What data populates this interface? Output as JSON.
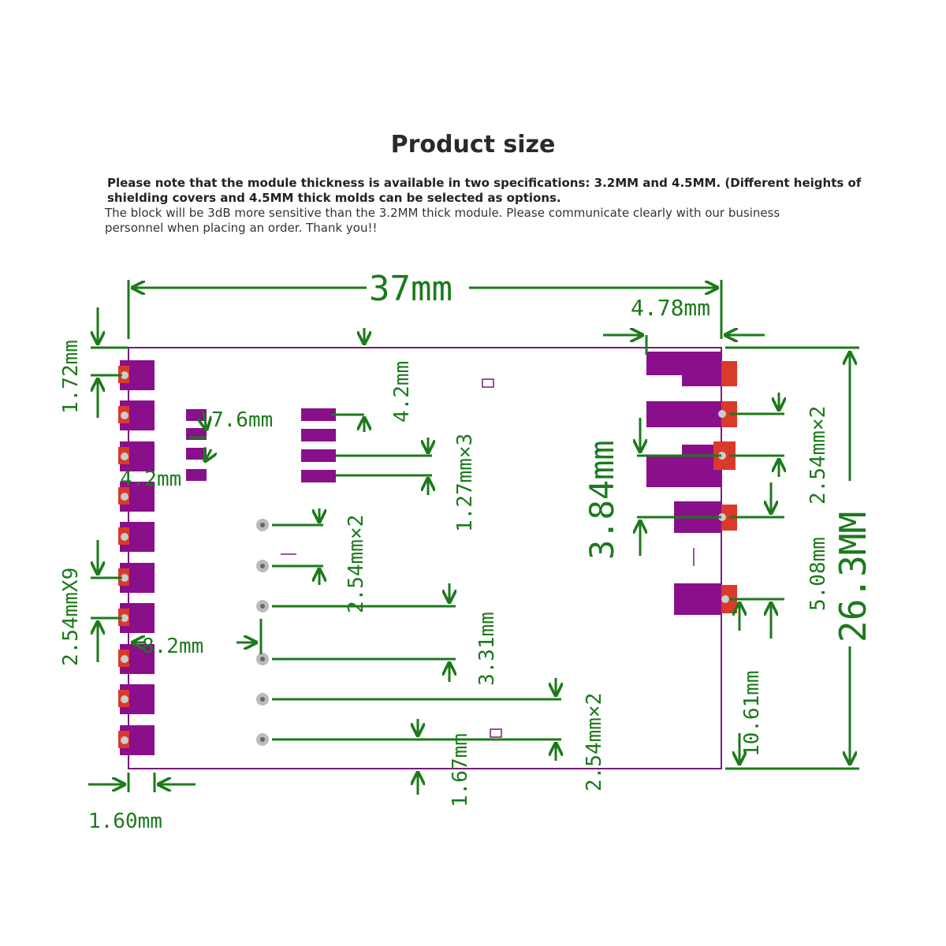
{
  "title": "Product size",
  "notes": {
    "line1": "Please note that the module thickness is available in two specifications: 3.2MM and 4.5MM. (Different heights of",
    "line2": "shielding covers and 4.5MM thick molds can be selected as options.",
    "line3": "The block will be 3dB more sensitive than the 3.2MM thick module. Please communicate clearly with our business",
    "line4": "personnel when placing an order. Thank you!!"
  },
  "colors": {
    "dimension": "#1c7a1c",
    "pad": "#8a0f8a",
    "pad_edge": "#d93a2a",
    "board_outline": "#7a1a7a"
  },
  "dimensions": {
    "width": "37mm",
    "height": "26.3MM",
    "right_block": "4.78mm",
    "top_offset": "1.72mm",
    "pin_pitch_left": "2.54mmX9",
    "left_inset": "4.2mm",
    "top_inset": "4.2mm",
    "small_pads": "7.6mm",
    "left_margin": "8.2mm",
    "pad_width": "1.60mm",
    "mid_pitch": "2.54mm×2",
    "pitch_127": "1.27mm×3",
    "mid_gap": "3.31mm",
    "bottom_offset": "1.67mm",
    "bottom_pitch": "2.54mm×2",
    "right_gap": "3.84mm",
    "right_pitch_top": "2.54mm×2",
    "right_pitch_bottom": "5.08mm",
    "right_bottom": "10.61mm"
  }
}
